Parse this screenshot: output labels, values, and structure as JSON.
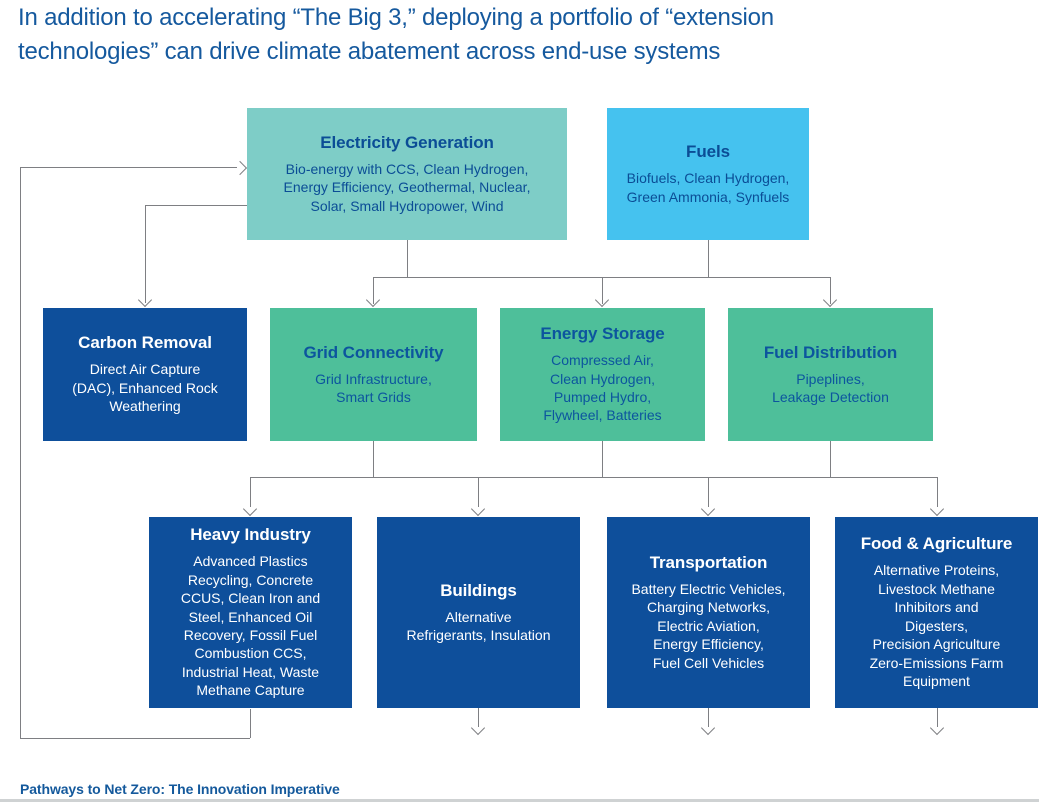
{
  "page": {
    "title": "In addition to accelerating “The Big 3,” deploying a portfolio of “extension\ntechnologies” can drive climate abatement across end-use systems",
    "footer": "Pathways to Net Zero: The Innovation Imperative"
  },
  "colors": {
    "teal_box": "#7ecdc7",
    "sky_box": "#45c2ef",
    "green_box": "#4ebf9a",
    "navy_box": "#0e4f9b",
    "heading_blue": "#15599e",
    "box_text_blue": "#0c559e",
    "connector_grey": "#7e7f83"
  },
  "diagram": {
    "nodes": [
      {
        "id": "electricity-generation",
        "title": "Electricity Generation",
        "body": "Bio-energy with CCS, Clean Hydrogen,\nEnergy Efficiency, Geothermal, Nuclear,\nSolar, Small Hydropower, Wind"
      },
      {
        "id": "fuels",
        "title": "Fuels",
        "body": "Biofuels, Clean Hydrogen,\nGreen Ammonia, Synfuels"
      },
      {
        "id": "carbon-removal",
        "title": "Carbon Removal",
        "body": "Direct Air Capture\n(DAC), Enhanced Rock\nWeathering"
      },
      {
        "id": "grid-connectivity",
        "title": "Grid Connectivity",
        "body": "Grid Infrastructure,\nSmart Grids"
      },
      {
        "id": "energy-storage",
        "title": "Energy Storage",
        "body": "Compressed Air,\nClean Hydrogen,\nPumped Hydro,\nFlywheel, Batteries"
      },
      {
        "id": "fuel-distribution",
        "title": "Fuel Distribution",
        "body": "Pipeplines,\nLeakage Detection"
      },
      {
        "id": "heavy-industry",
        "title": "Heavy Industry",
        "body": "Advanced Plastics\nRecycling, Concrete\nCCUS, Clean Iron and\nSteel, Enhanced Oil\nRecovery, Fossil Fuel\nCombustion CCS,\nIndustrial Heat, Waste\nMethane Capture"
      },
      {
        "id": "buildings",
        "title": "Buildings",
        "body": "Alternative\nRefrigerants, Insulation"
      },
      {
        "id": "transportation",
        "title": "Transportation",
        "body": "Battery Electric Vehicles,\nCharging Networks,\nElectric Aviation,\nEnergy Efficiency,\nFuel Cell Vehicles"
      },
      {
        "id": "food-agriculture",
        "title": "Food & Agriculture",
        "body": "Alternative Proteins,\nLivestock Methane\nInhibitors and\nDigesters,\nPrecision Agriculture\nZero-Emissions Farm\nEquipment"
      }
    ]
  }
}
